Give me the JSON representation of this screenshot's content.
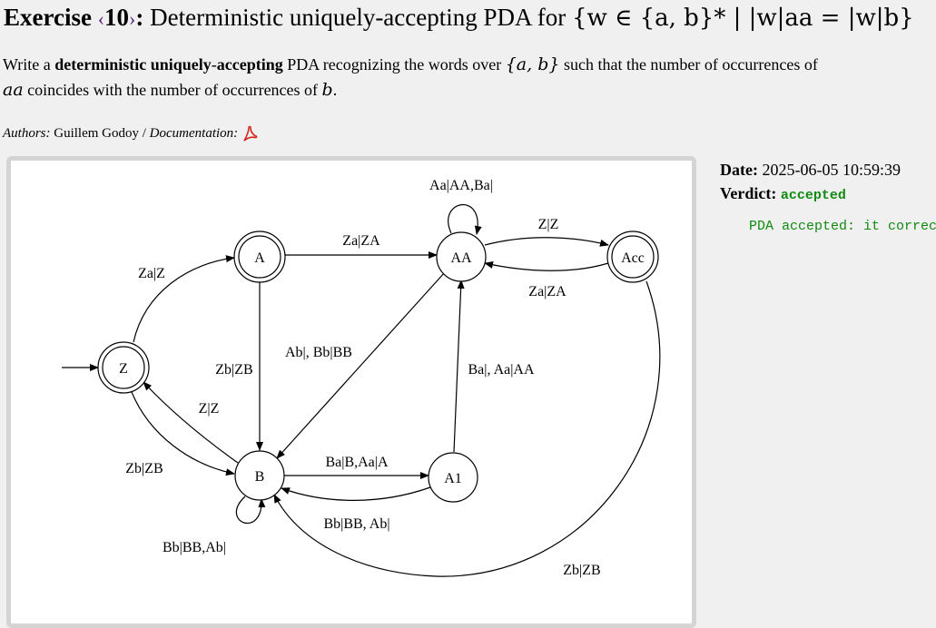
{
  "header": {
    "exercise_word": "Exercise",
    "open_angle": "‹",
    "number": "10",
    "close_angle": "›",
    "colon": ":",
    "title_text": "Deterministic uniquely-accepting PDA for",
    "math_title": "{w ∈ {a, b}* | |w|aa = |w|b}"
  },
  "description": {
    "part1": "Write a ",
    "bold1": "deterministic uniquely",
    "part2": "-",
    "bold2": "accepting",
    "part3": " PDA recognizing the words over ",
    "math1": "{a, b}",
    "part4": " such that the number of occurrences of",
    "math2": "aa",
    "part5": " coincides with the number of occurrences of ",
    "math3": "b",
    "part6": "."
  },
  "authors": {
    "label": "Authors:",
    "names": "Guillem Godoy",
    "separator": "/",
    "doc_label": "Documentation:"
  },
  "result": {
    "date_label": "Date:",
    "date_value": "2025-06-05 10:59:39",
    "verdict_label": "Verdict:",
    "verdict_value": "accepted",
    "message": "PDA accepted: it correc"
  },
  "diagram": {
    "states": {
      "Z": "Z",
      "A": "A",
      "AA": "AA",
      "Acc": "Acc",
      "B": "B",
      "A1": "A1"
    },
    "labels": {
      "z_to_a": "Za|Z",
      "a_to_aa": "Za|ZA",
      "aa_loop": "Aa|AA,Ba|",
      "aa_to_acc": "Z|Z",
      "acc_to_aa": "Za|ZA",
      "a_to_b": "Zb|ZB",
      "aa_to_b": "Ab|, Bb|BB",
      "a1_to_aa": "Ba|, Aa|AA",
      "b_to_z": "Z|Z",
      "z_to_b": "Zb|ZB",
      "b_to_a1": "Ba|B,Aa|A",
      "a1_to_b": "Bb|BB, Ab|",
      "b_loop": "Bb|BB,Ab|",
      "acc_to_b": "Zb|ZB"
    }
  },
  "colors": {
    "background": "#f0f0f0",
    "accepted": "#118a11",
    "angle": "#5b2a86",
    "pdf_red": "#d7261e"
  }
}
